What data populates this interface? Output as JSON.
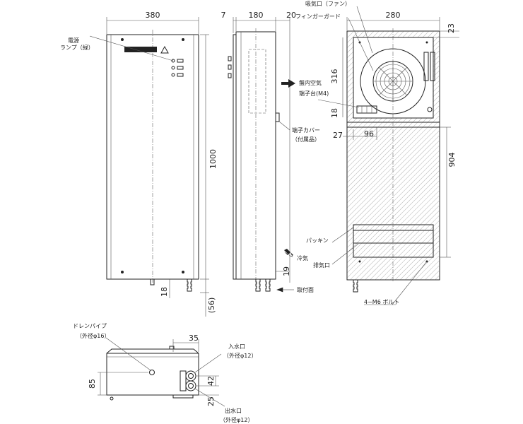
{
  "dimensions": {
    "front_width": "380",
    "front_height": "1000",
    "front_bottom_18": "18",
    "front_bottom_56": "(56)",
    "side_7": "7",
    "side_180": "180",
    "side_20": "20",
    "side_19": "19",
    "back_width": "280",
    "back_23": "23",
    "back_316": "316",
    "back_18": "18",
    "back_27": "27",
    "back_96": "96",
    "back_904": "904",
    "bottom_35": "35",
    "bottom_85": "85",
    "bottom_42": "42",
    "bottom_25": "25"
  },
  "labels": {
    "power_lamp_1": "電源",
    "power_lamp_2": "ランプ（緑）",
    "panel_air": "盤内空気",
    "cool_air": "冷気",
    "terminal_cover_1": "端子カバー",
    "terminal_cover_2": "（付属品）",
    "mount_face": "取付面",
    "intake_fan": "吸気口（ファン）",
    "finger_guard": "フィンガーガード",
    "terminal_block": "端子台(M4)",
    "packing": "パッキン",
    "exhaust": "排気口",
    "bolt": "4−M6 ボルト",
    "drain_pipe_1": "ドレンパイプ",
    "drain_pipe_2": "（外径φ16）",
    "water_in_1": "入水口",
    "water_in_2": "（外径φ12）",
    "water_out_1": "出水口",
    "water_out_2": "（外径φ12）"
  },
  "colors": {
    "line": "#222222",
    "background": "#ffffff",
    "hatch": "#666666"
  }
}
